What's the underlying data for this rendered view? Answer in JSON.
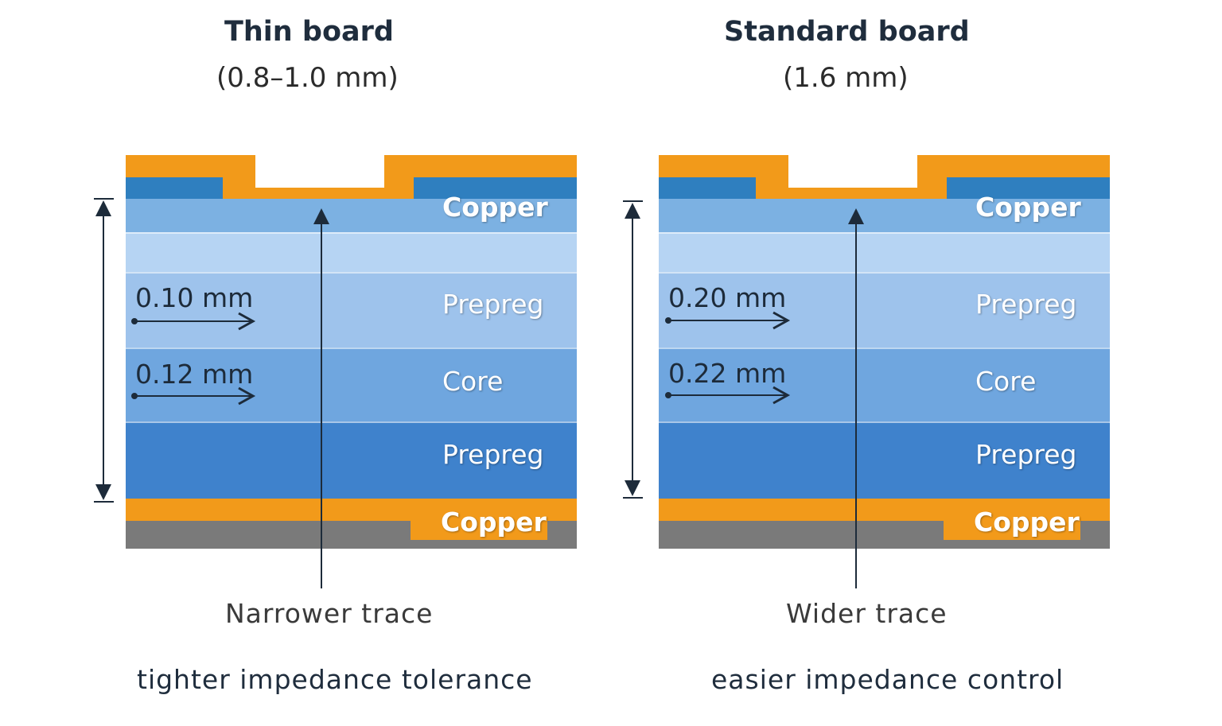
{
  "left": {
    "title": "Thin board",
    "subtitle": "(0.8–1.0 mm)",
    "layers": {
      "copper_top": "Copper",
      "prepreg_top": "Prepreg",
      "core": "Core",
      "prepreg_bottom": "Prepreg",
      "copper_bottom": "Copper"
    },
    "dim_prepreg": "0.10 mm",
    "dim_core": "0.12 mm",
    "trace_label": "Narrower trace",
    "note": "tighter impedance tolerance"
  },
  "right": {
    "title": "Standard board",
    "subtitle": "(1.6 mm)",
    "layers": {
      "copper_top": "Copper",
      "prepreg_top": "Prepreg",
      "core": "Core",
      "prepreg_bottom": "Prepreg",
      "copper_bottom": "Copper"
    },
    "dim_prepreg": "0.20 mm",
    "dim_core": "0.22 mm",
    "trace_label": "Wider trace",
    "note": "easier impedance control"
  },
  "colors": {
    "copper": "#f29a1a",
    "prepreg_light": "#9ec3ec",
    "core": "#6fa6df",
    "prepreg_dark": "#3f82cc",
    "substrate_gray": "#7a7a7a",
    "arrow": "#1d2b3a"
  }
}
